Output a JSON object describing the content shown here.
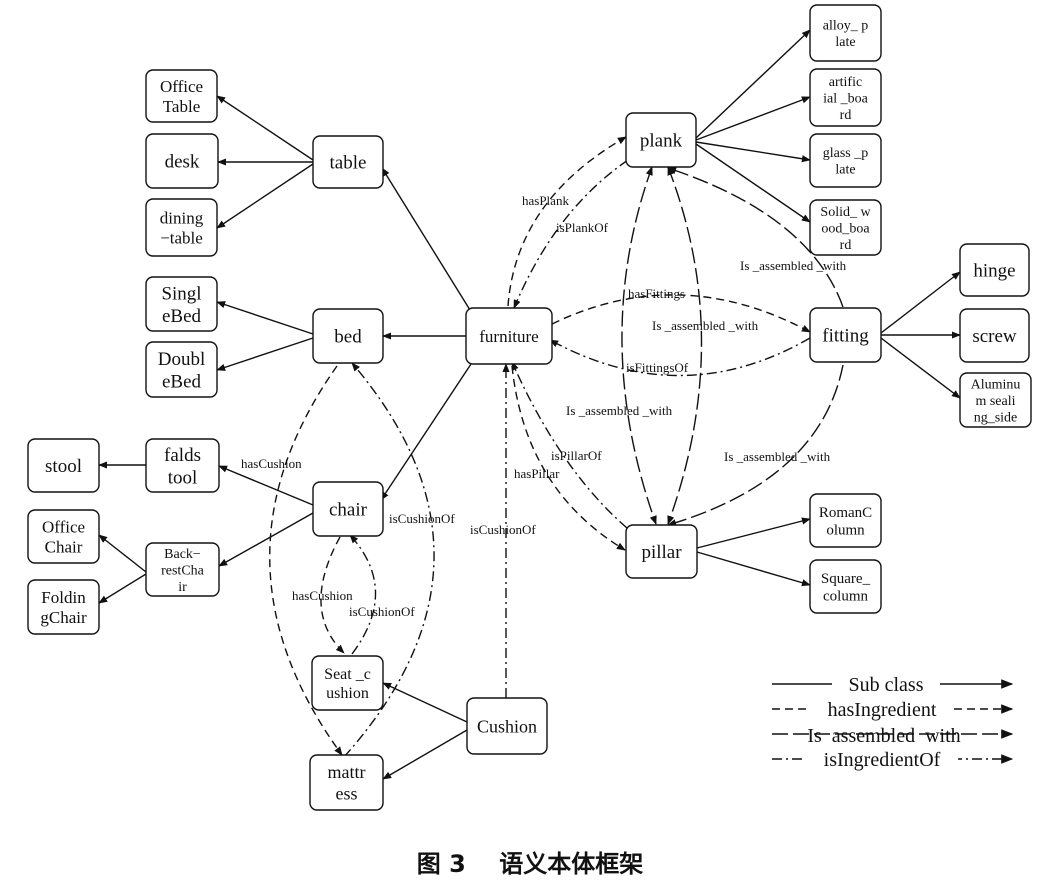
{
  "nodes": {
    "furniture": "furniture",
    "table": "table",
    "bed": "bed",
    "chair": "chair",
    "office_table": "Office\nTable",
    "desk": "desk",
    "dining_table": "dining\n−table",
    "single_bed": "Singl\neBed",
    "double_bed": "Doubl\neBed",
    "stool": "stool",
    "faldstool": "falds\ntool",
    "office_chair": "Office\nChair",
    "backrest_chair": "Back−\nrestCha\nir",
    "folding_chair": "Foldin\ngChair",
    "seat_cushion": "Seat _c\nushion",
    "cushion": "Cushion",
    "mattress": "mattr\ness",
    "plank": "plank",
    "alloy_plate": "alloy_ p\nlate",
    "artificial_board": "artific\nial _boa\nrd",
    "glass_plate": "glass _p\nlate",
    "solid_wood_board": "Solid_ w\nood_boa\nrd",
    "fitting": "fitting",
    "hinge": "hinge",
    "screw": "screw",
    "aluminum_sealing_side": "Aluminu\nm seali\nng_side",
    "pillar": "pillar",
    "roman_column": "RomanC\nolumn",
    "square_column": "Square_\ncolumn"
  },
  "edge_labels": {
    "hasPlank": "hasPlank",
    "isPlankOf": "isPlankOf",
    "hasFittings": "hasFittings",
    "is_assembled_with_1": "Is _assembled _with",
    "isFittingsOf": "isFittingsOf",
    "is_assembled_with_2": "Is _assembled _with",
    "is_assembled_with_3": "Is _assembled _with",
    "is_assembled_with_4": "Is _assembled _with",
    "isPillarOf": "isPillarOf",
    "hasPillar": "hasPillar",
    "hasCushion_1": "hasCushion",
    "isCushionOf_1": "isCushionOf",
    "hasCushion_2": "hasCushion",
    "isCushionOf_2": "isCushionOf",
    "isCushionOf_3": "isCushionOf"
  },
  "legend": {
    "subclass": "Sub class",
    "has_ingredient": "hasIngredient",
    "is_assembled_with": "Is  assembled  with",
    "is_ingredient_of": "isIngredientOf"
  },
  "caption": "图 3    语义本体框架"
}
